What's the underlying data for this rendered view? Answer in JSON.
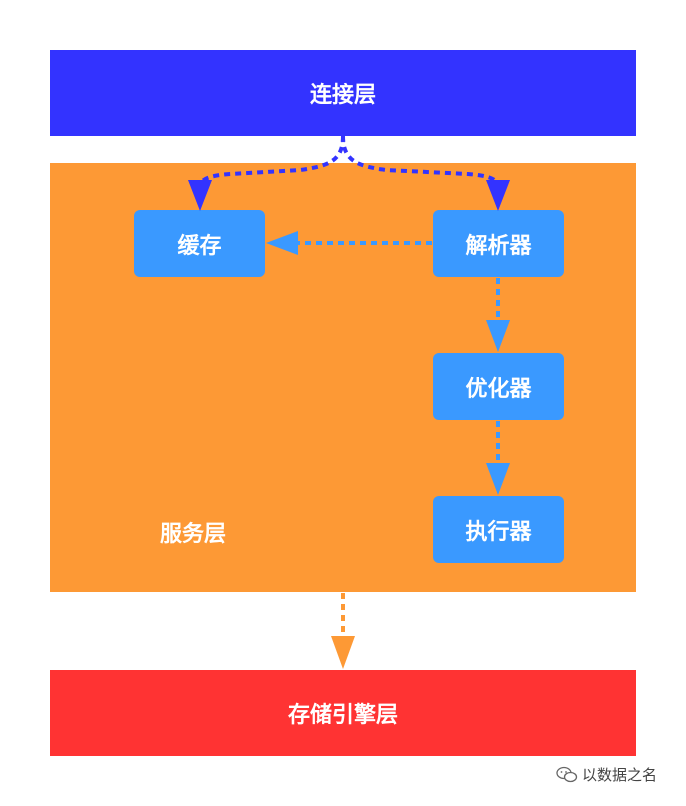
{
  "layers": {
    "connection": "连接层",
    "service": "服务层",
    "storage": "存储引擎层"
  },
  "nodes": {
    "cache": "缓存",
    "parser": "解析器",
    "optimizer": "优化器",
    "executor": "执行器"
  },
  "watermark": {
    "text": "以数据之名",
    "icon": "wechat-icon"
  },
  "colors": {
    "connection_layer": "#3333ff",
    "service_layer": "#fd9935",
    "storage_layer": "#ff3333",
    "node": "#3a99ff",
    "arrow_connection": "#3333ff",
    "arrow_internal": "#3a99ff",
    "arrow_storage": "#fd9935"
  }
}
